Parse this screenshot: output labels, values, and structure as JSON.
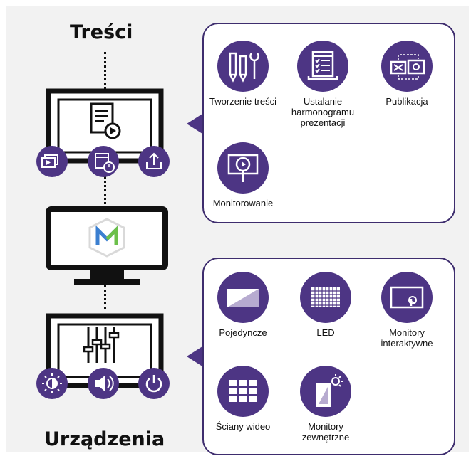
{
  "headings": {
    "content": "Treści",
    "devices": "Urządzenia"
  },
  "content_features": [
    {
      "label": "Tworzenie treści",
      "icon": "pen-wrench-icon"
    },
    {
      "label": "Ustalanie\nharmonogramu\nprezentacji",
      "icon": "schedule-list-icon"
    },
    {
      "label": "Publikacja",
      "icon": "publish-screens-icon"
    },
    {
      "label": "Monitorowanie",
      "icon": "monitoring-magnifier-icon"
    }
  ],
  "device_features": [
    {
      "label": "Pojedyncze",
      "icon": "single-display-icon"
    },
    {
      "label": "LED",
      "icon": "led-grid-icon"
    },
    {
      "label": "Monitory\ninteraktywne",
      "icon": "touch-display-icon"
    },
    {
      "label": "Ściany wideo",
      "icon": "video-wall-icon"
    },
    {
      "label": "Monitory\nzewnętrzne",
      "icon": "outdoor-display-icon"
    }
  ],
  "colors": {
    "accent": "#4d3584",
    "panel_border": "#3e2d6e",
    "background": "#f2f2f2",
    "logo_blue": "#3b7fd0",
    "logo_green": "#6cc04a"
  }
}
